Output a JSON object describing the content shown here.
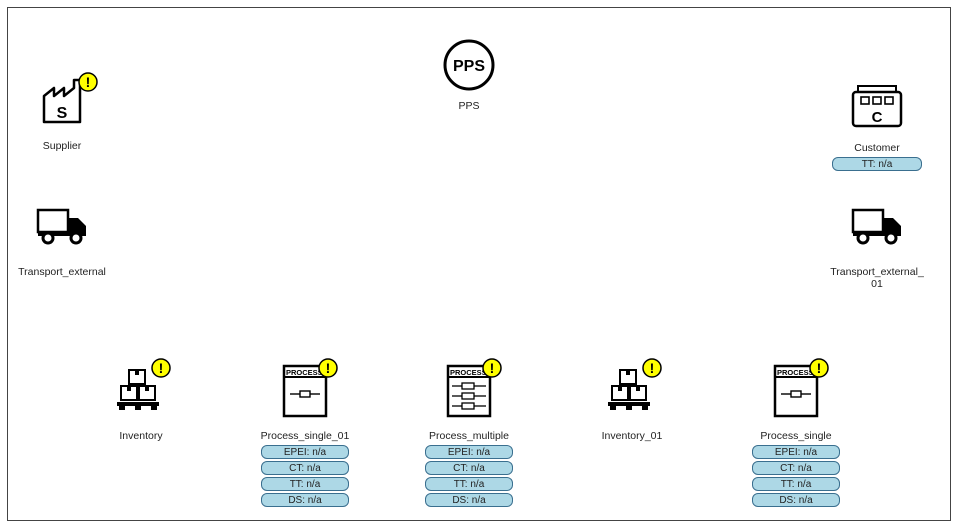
{
  "nodes": {
    "pps": {
      "label": "PPS",
      "icon_text": "PPS"
    },
    "supplier": {
      "label": "Supplier",
      "icon_letter": "S",
      "warning": "!"
    },
    "customer": {
      "label": "Customer",
      "icon_letter": "C",
      "attrs": [
        "TT: n/a"
      ]
    },
    "transport_external": {
      "label": "Transport_external"
    },
    "transport_external_01": {
      "label": "Transport_external_\n01"
    },
    "inventory": {
      "label": "Inventory",
      "warning": "!"
    },
    "process_single_01": {
      "label": "Process_single_01",
      "icon_text": "PROCESS",
      "warning": "!",
      "attrs": [
        "EPEI: n/a",
        "CT: n/a",
        "TT: n/a",
        "DS: n/a"
      ]
    },
    "process_multiple": {
      "label": "Process_multiple",
      "icon_text": "PROCESS",
      "warning": "!",
      "attrs": [
        "EPEI: n/a",
        "CT: n/a",
        "TT: n/a",
        "DS: n/a"
      ]
    },
    "inventory_01": {
      "label": "Inventory_01",
      "warning": "!"
    },
    "process_single": {
      "label": "Process_single",
      "icon_text": "PROCESS",
      "warning": "!",
      "attrs": [
        "EPEI: n/a",
        "CT: n/a",
        "TT: n/a",
        "DS: n/a"
      ]
    }
  },
  "colors": {
    "attr_fill": "#add8e6",
    "warning": "#ffff00",
    "stroke": "#000000"
  }
}
